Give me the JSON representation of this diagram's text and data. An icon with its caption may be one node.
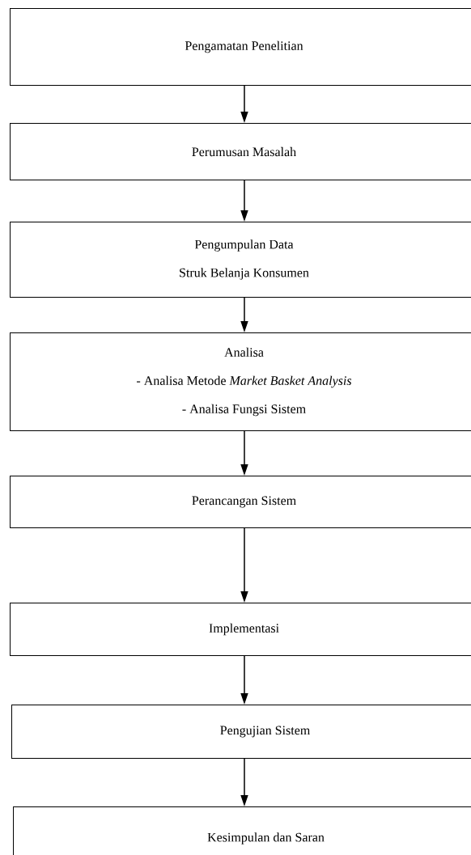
{
  "diagram": {
    "nodes": [
      {
        "text": [
          "Pengamatan Penelitian"
        ]
      },
      {
        "text": [
          "Perumusan Masalah"
        ]
      },
      {
        "text": [
          "Pengumpulan Data",
          "Struk Belanja Konsumen"
        ]
      },
      {
        "text": [
          "Analisa",
          "- Analisa Metode *Market Basket Analysis*",
          "- Analisa Fungsi Sistem"
        ]
      },
      {
        "text": [
          "Perancangan Sistem"
        ]
      },
      {
        "text": [
          "Implementasi"
        ]
      },
      {
        "text": [
          "Pengujian Sistem"
        ]
      },
      {
        "text": [
          "Kesimpulan dan Saran"
        ]
      }
    ],
    "edges": [
      {
        "from": 0,
        "to": 1,
        "arrow": "to"
      },
      {
        "from": 1,
        "to": 2,
        "arrow": "to"
      },
      {
        "from": 2,
        "to": 3,
        "arrow": "to"
      },
      {
        "from": 3,
        "to": 4,
        "arrow": "to"
      },
      {
        "from": 4,
        "to": 5,
        "arrow": "to"
      },
      {
        "from": 5,
        "to": 6,
        "arrow": "to"
      },
      {
        "from": 6,
        "to": 7,
        "arrow": "to"
      }
    ]
  }
}
